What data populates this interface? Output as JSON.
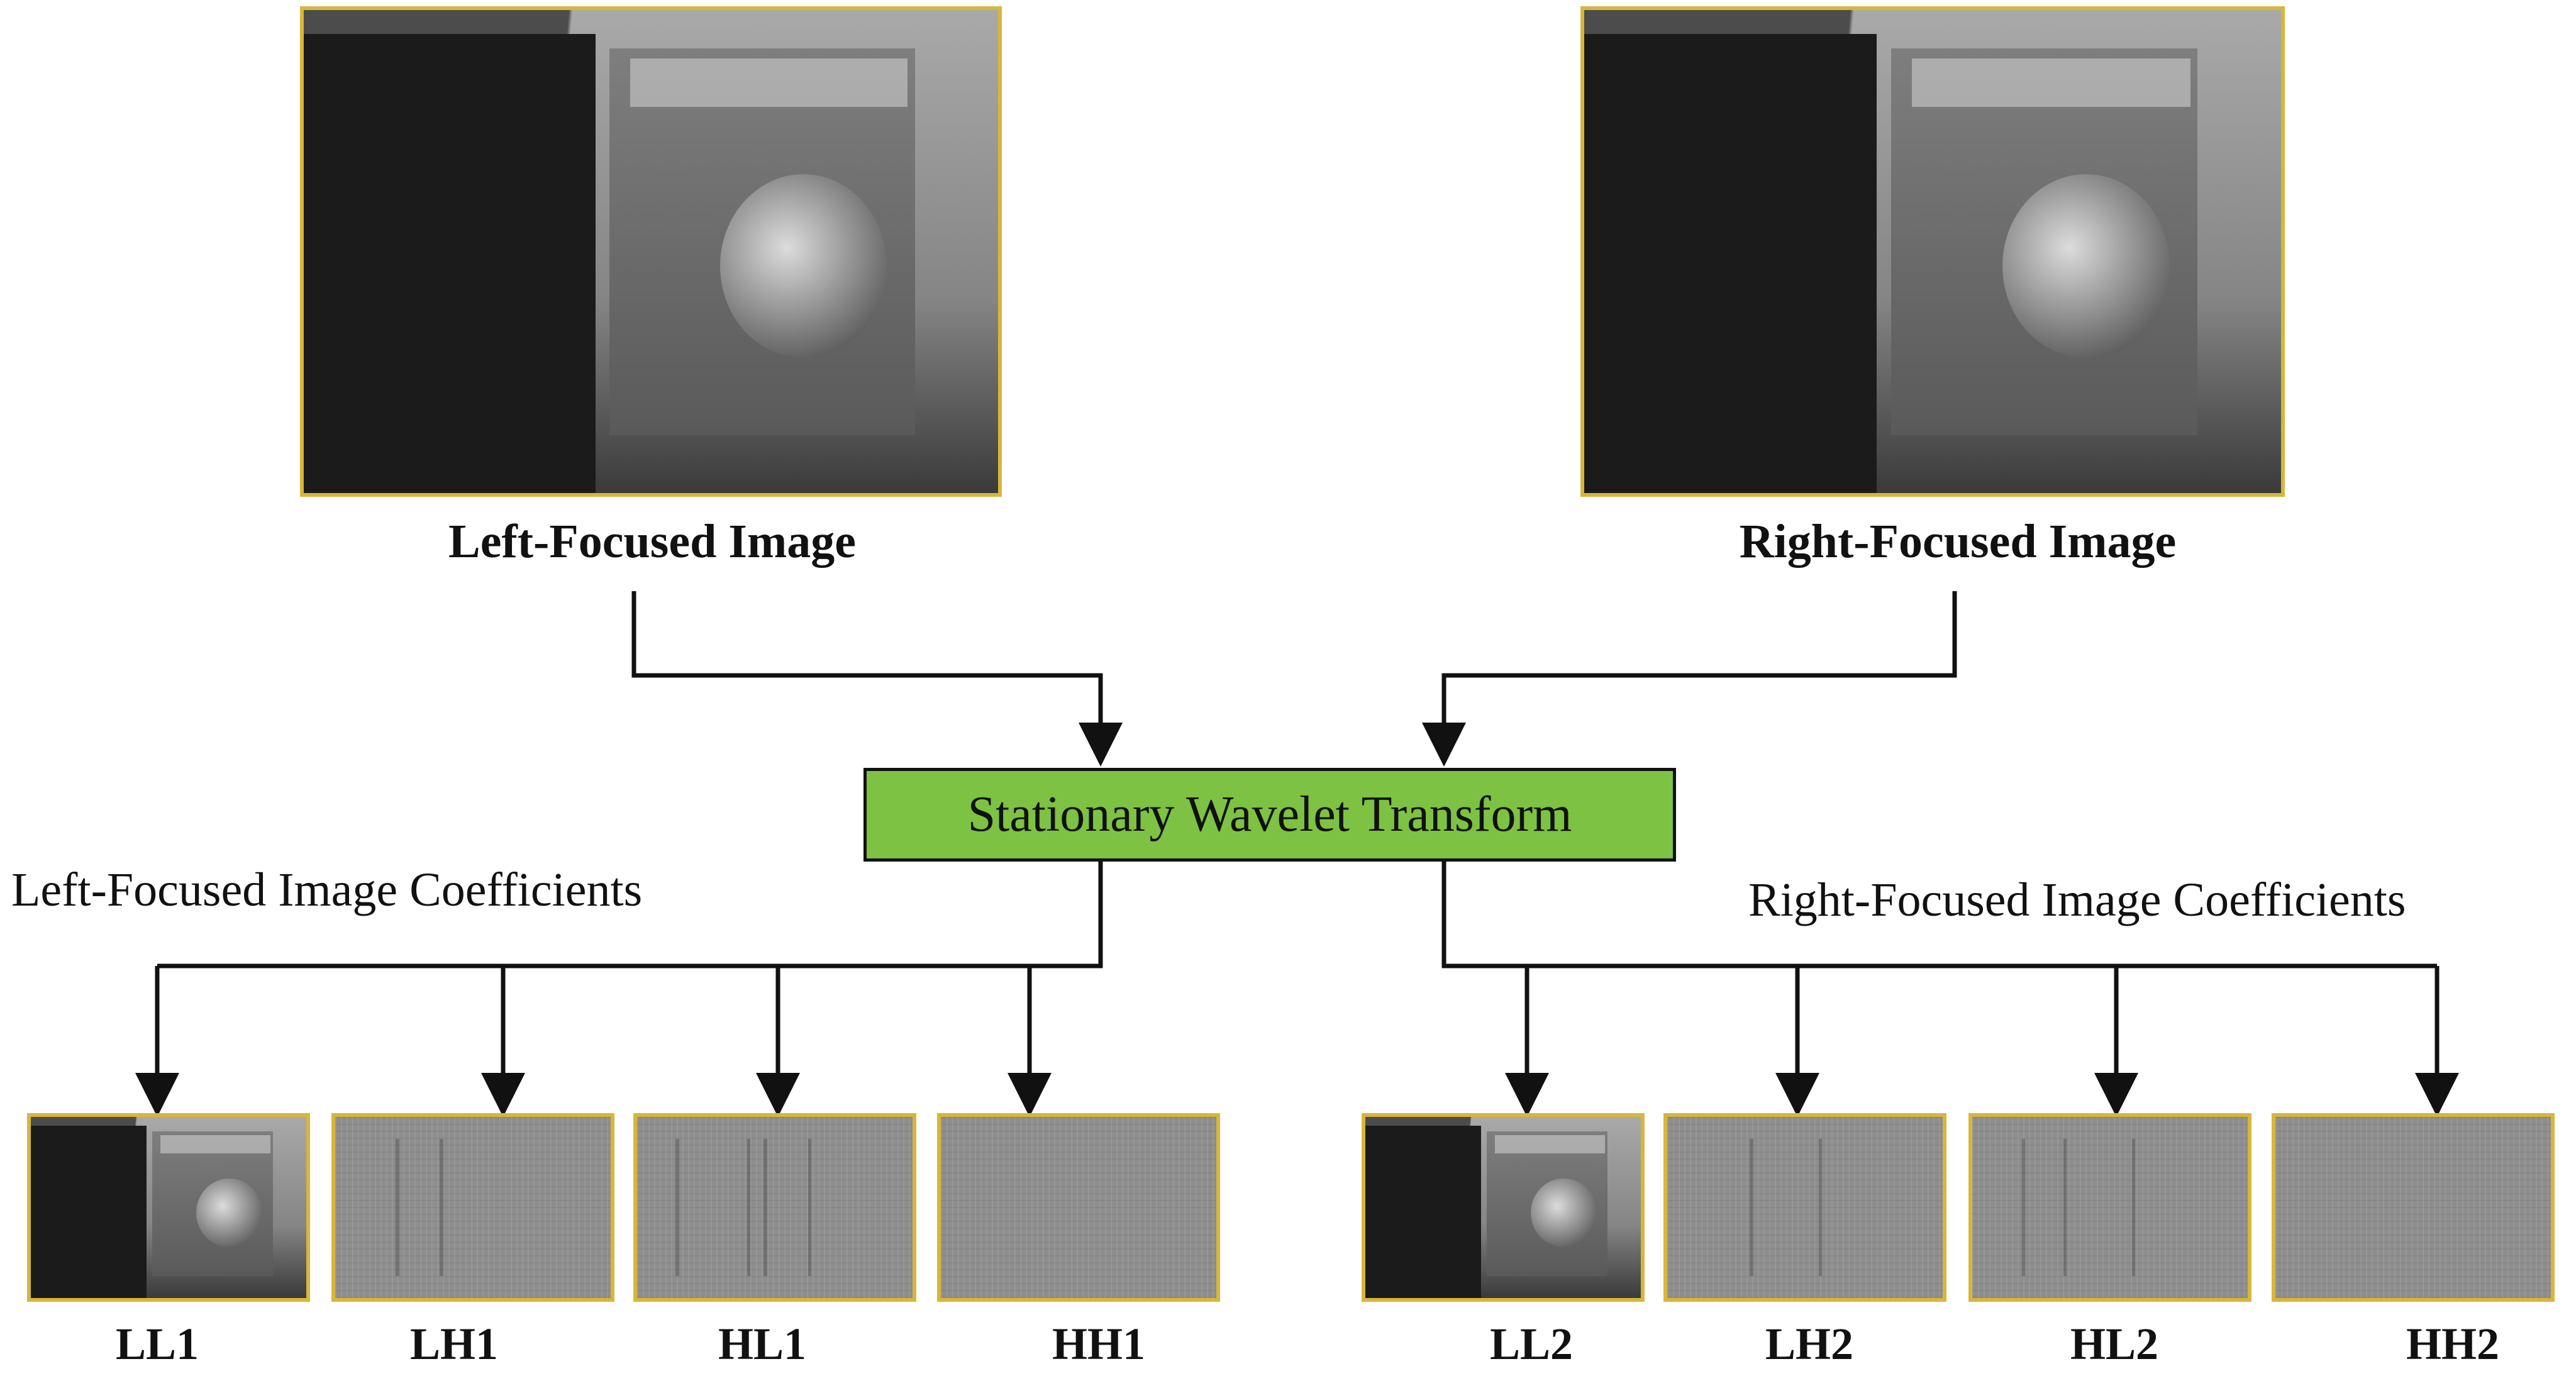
{
  "diagram": {
    "top_images": [
      {
        "id": "left",
        "label": "Left-Focused Image"
      },
      {
        "id": "right",
        "label": "Right-Focused Image"
      }
    ],
    "transform_box": {
      "label": "Stationary Wavelet Transform",
      "fill": "#7dc242"
    },
    "coefficient_groups": [
      {
        "id": "left",
        "label": "Left-Focused Image Coefficients",
        "subbands": [
          "LL1",
          "LH1",
          "HL1",
          "HH1"
        ]
      },
      {
        "id": "right",
        "label": "Right-Focused Image Coefficients",
        "subbands": [
          "LL2",
          "LH2",
          "HL2",
          "HH2"
        ]
      }
    ],
    "image_border_color": "#d8b63a"
  }
}
